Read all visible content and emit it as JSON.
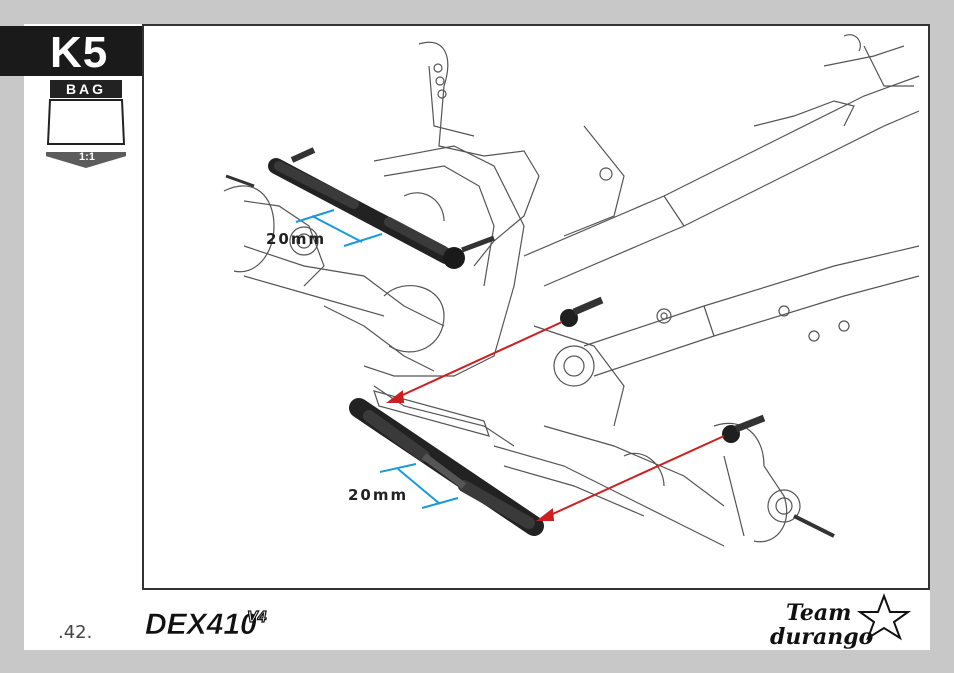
{
  "step": {
    "code": "K5",
    "bag_label": "BAG",
    "scale": "1:1"
  },
  "measurements": {
    "upper_link": "20mm",
    "lower_link": "20mm"
  },
  "footer": {
    "page_number": ".42.",
    "product_logo": "DEX410V4",
    "brand_logo": "Team Durango"
  },
  "colors": {
    "arrow": "#cc1f1f",
    "dimension": "#1a9ad6",
    "part": "#222222"
  }
}
